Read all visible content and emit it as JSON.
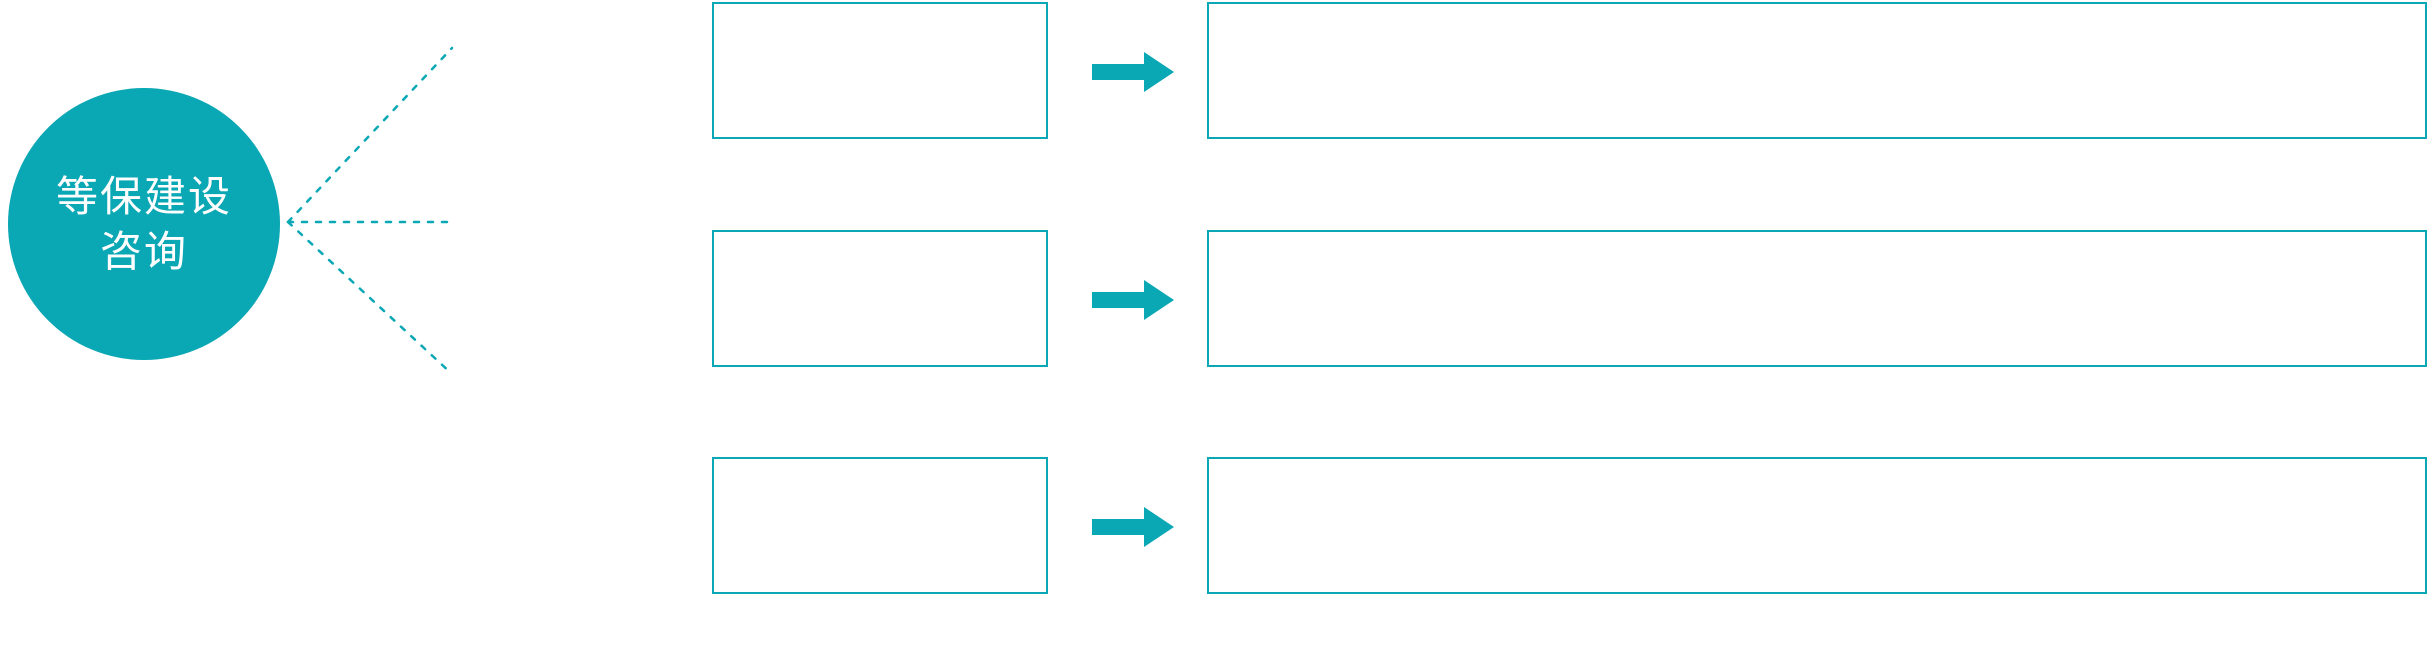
{
  "diagram": {
    "type": "fan-out-process",
    "accent_color": "#0AA7B4",
    "background_color": "#FFFFFF",
    "hub": {
      "label": "等保建设\n咨询",
      "shape": "circle",
      "fill": "#0AA7B4",
      "text_color": "#FFFFFF"
    },
    "connector": {
      "style": "dotted",
      "color": "#0AA7B4",
      "icon": "dotted-fan-connector"
    },
    "rows": [
      {
        "id": "row-1",
        "stage_label": "",
        "detail_label": "",
        "arrow_icon": "arrow-right-icon"
      },
      {
        "id": "row-2",
        "stage_label": "",
        "detail_label": "",
        "arrow_icon": "arrow-right-icon"
      },
      {
        "id": "row-3",
        "stage_label": "",
        "detail_label": "",
        "arrow_icon": "arrow-right-icon"
      }
    ]
  }
}
